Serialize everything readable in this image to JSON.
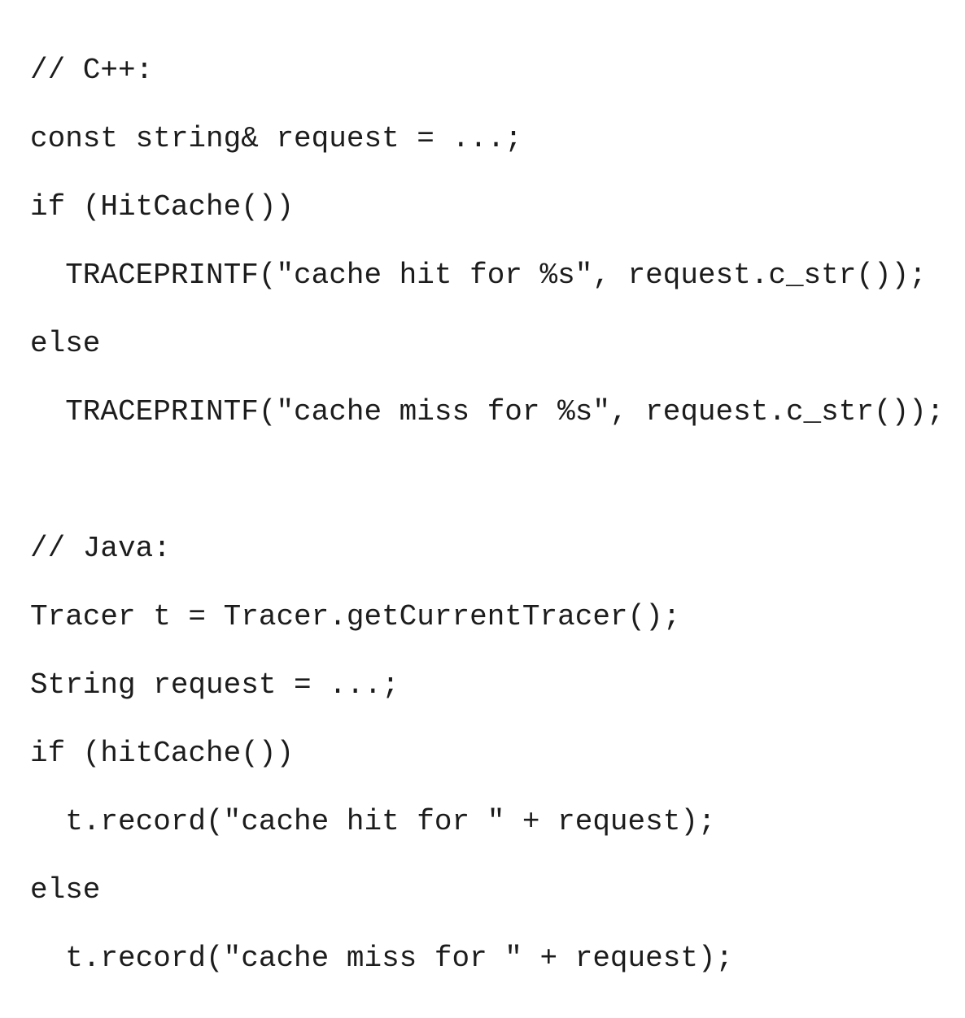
{
  "figure": {
    "kind": "code-listing",
    "background_color": "#ffffff",
    "text_color": "#1c1c1c",
    "languages": [
      "C++",
      "Java"
    ],
    "line_count": 12
  },
  "code": {
    "lines": [
      "// C++:",
      "const string& request = ...;",
      "if (HitCache())",
      "  TRACEPRINTF(\"cache hit for %s\", request.c_str());",
      "else",
      "  TRACEPRINTF(\"cache miss for %s\", request.c_str());",
      "",
      "// Java:",
      "Tracer t = Tracer.getCurrentTracer();",
      "String request = ...;",
      "if (hitCache())",
      "  t.record(\"cache hit for \" + request);",
      "else",
      "  t.record(\"cache miss for \" + request);"
    ]
  }
}
